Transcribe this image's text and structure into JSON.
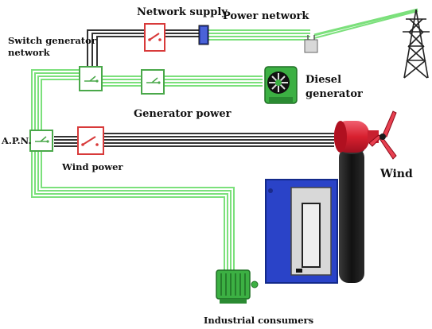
{
  "labels": {
    "network_supply": "Network supply",
    "power_network": "Power network",
    "switch_generator_network_line1": "Switch generator",
    "switch_generator_network_line2": "network",
    "diesel_generator_line1": "Diesel",
    "diesel_generator_line2": "generator",
    "generator_power": "Generator power",
    "apn": "A.P.N.",
    "wind_power": "Wind power",
    "wind": "Wind",
    "industrial_consumers": "Industrial consumers"
  },
  "colors": {
    "cable_green": "#7be07b",
    "cable_dark": "#222222",
    "switch_red": "#d83a3a",
    "switch_box_green": "#4aa84a",
    "tower_green": "#7be07b",
    "panel_blue": "#2a43c8",
    "motor_red": "#e0323e",
    "pole_dark": "#1a1a1a",
    "generator_green": "#3cb043"
  },
  "icons": [
    "switch-icon",
    "transmission-tower-icon",
    "transformer-icon",
    "diesel-generator-icon",
    "wind-turbine-icon",
    "control-panel-icon",
    "industrial-motor-icon",
    "fuse-icon"
  ]
}
